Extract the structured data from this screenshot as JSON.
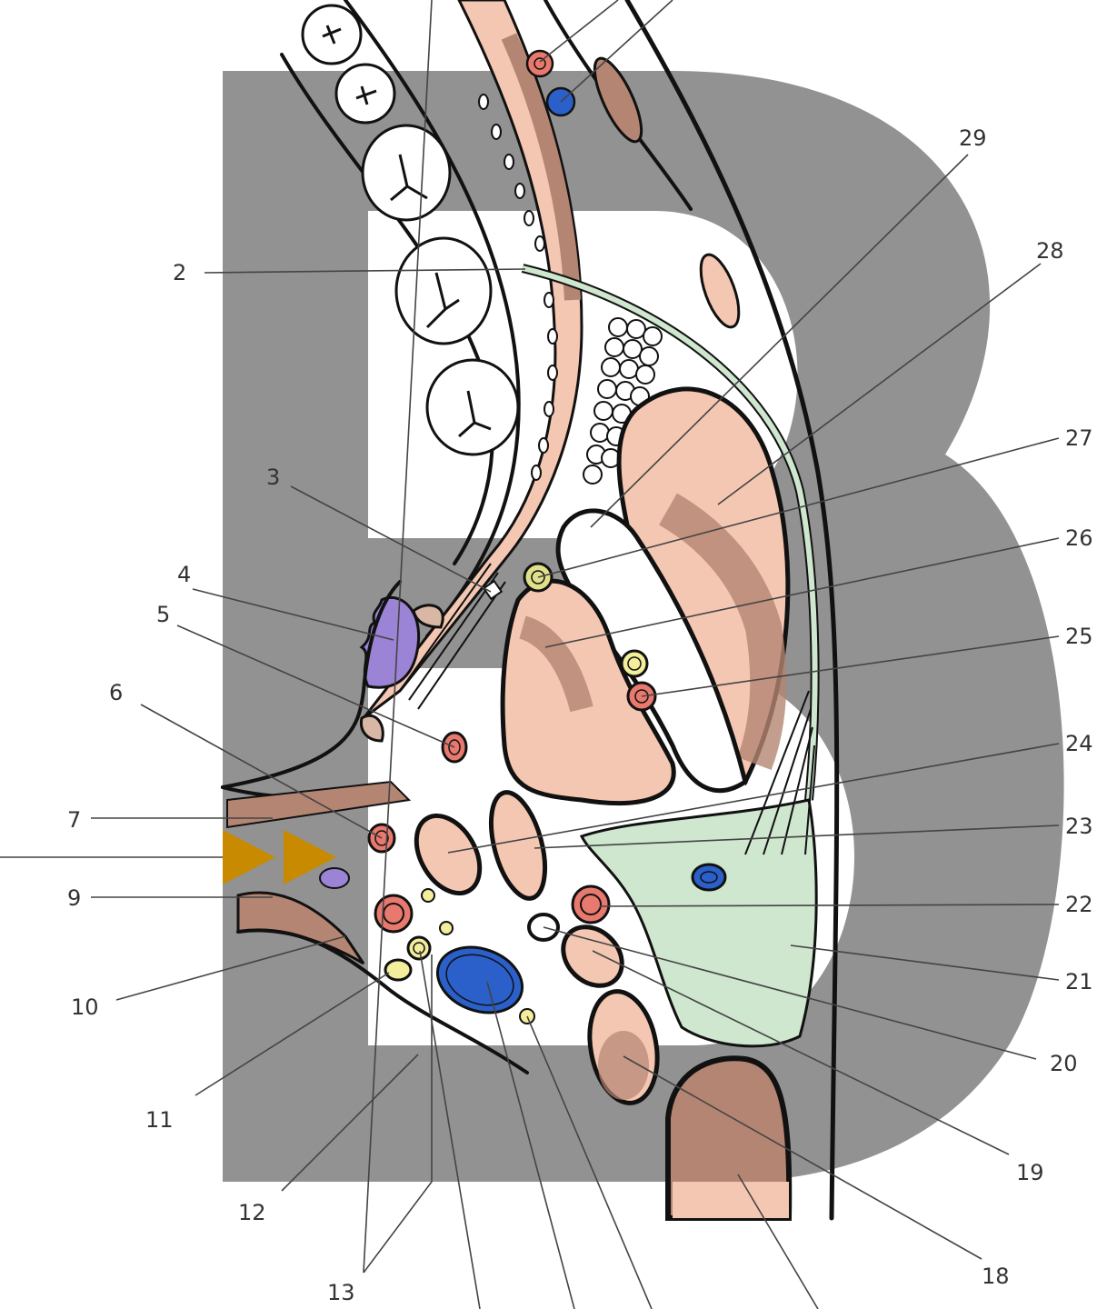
{
  "diagram": {
    "labels": {
      "l2": "2",
      "l3": "3",
      "l4": "4",
      "l5": "5",
      "l6": "6",
      "l7": "7",
      "l9": "9",
      "l10": "10",
      "l11": "11",
      "l12": "12",
      "l13": "13",
      "l18": "18",
      "l19": "19",
      "l20": "20",
      "l21": "21",
      "l22": "22",
      "l23": "23",
      "l24": "24",
      "l25": "25",
      "l26": "26",
      "l27": "27",
      "l28": "28",
      "l29": "29"
    },
    "colors": {
      "muscle_pink": "#f4c7b2",
      "muscle_brown": "#b48572",
      "artery": "#e8796e",
      "vein": "#2b5fc9",
      "nerve": "#f3ee9c",
      "gland": "#cfe6cf",
      "purple": "#9b83d6",
      "watermark": "#8c8c8c",
      "arrow": "#c88a00"
    },
    "icons": [
      "watermark-letter-b",
      "double-arrow-marker"
    ]
  }
}
